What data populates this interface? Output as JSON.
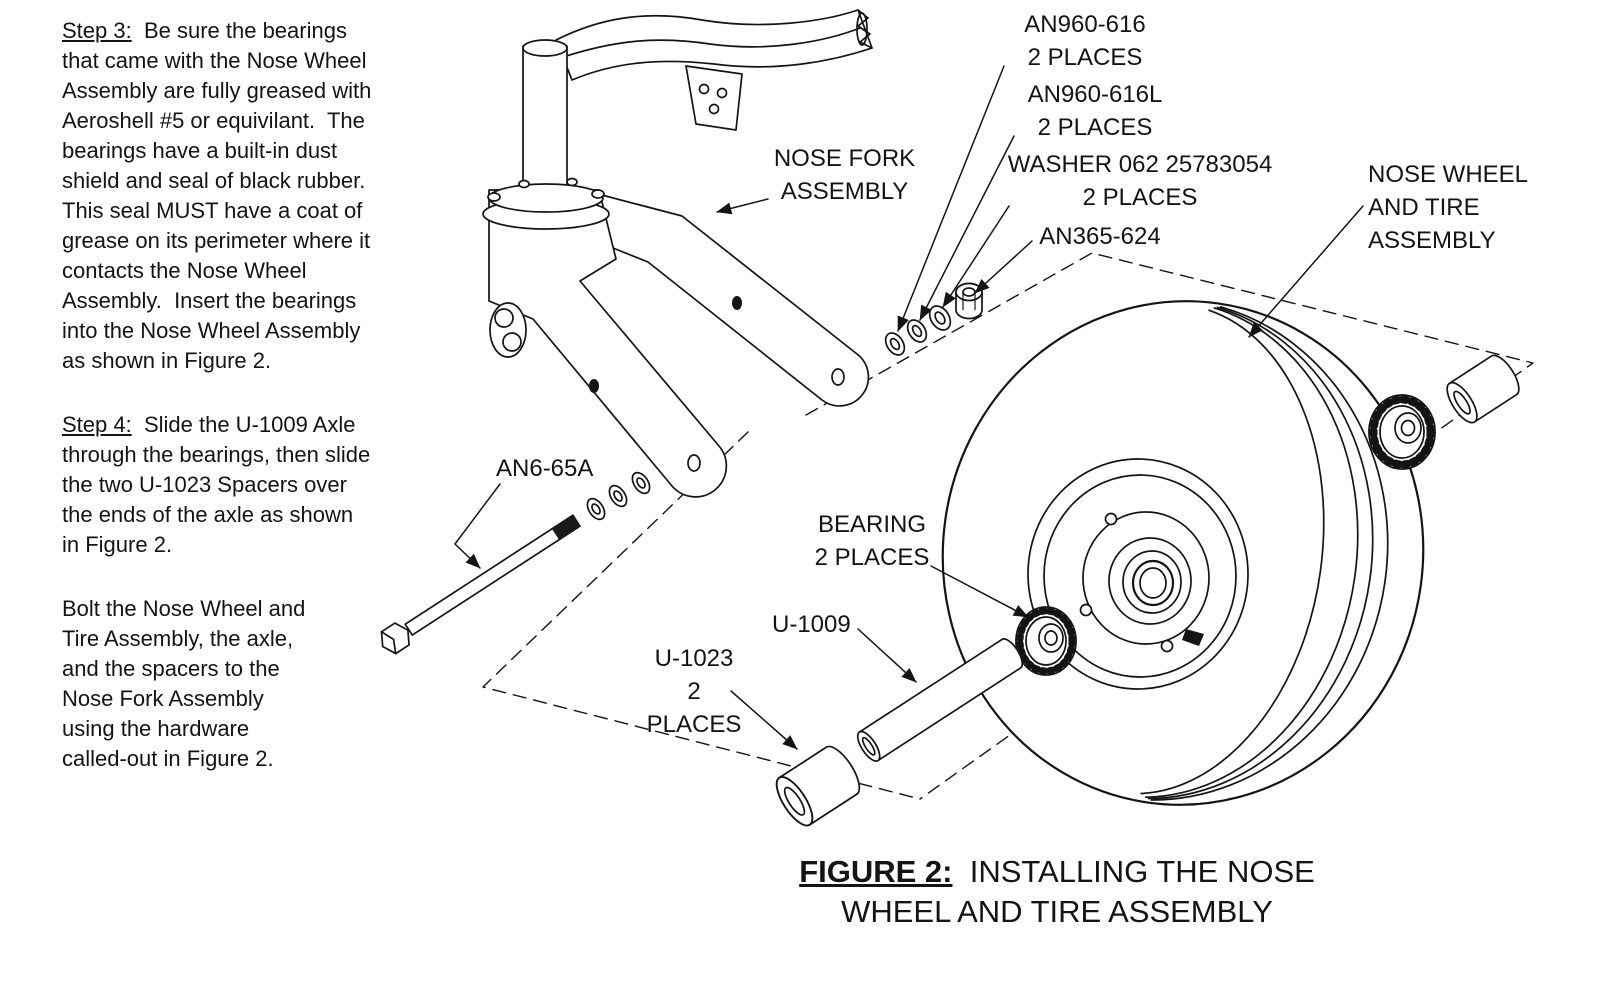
{
  "page": {
    "background": "#ffffff",
    "line_color": "#141414"
  },
  "instructions": {
    "step3_label": "Step 3:",
    "step3_text": "  Be sure the bearings\nthat came with the Nose Wheel\nAssembly are fully greased with\nAeroshell #5 or equivilant.  The\nbearings have a built-in dust\nshield and seal of black rubber.\nThis seal MUST have a coat of\ngrease on its perimeter where it\ncontacts the Nose Wheel\nAssembly.  Insert the bearings\ninto the Nose Wheel Assembly\nas shown in Figure 2.",
    "step4_label": "Step 4:",
    "step4_text": "  Slide the U-1009 Axle\nthrough the bearings, then slide\nthe two U-1023 Spacers over\nthe ends of the axle as shown\nin Figure 2.",
    "closing_text": "Bolt the Nose Wheel and\nTire Assembly, the axle,\nand the spacers to the\nNose Fork Assembly\nusing the hardware\ncalled-out in Figure 2."
  },
  "callouts": {
    "an960_616": "AN960-616\n2 PLACES",
    "an960_616l": "AN960-616L\n2 PLACES",
    "washer_062": "WASHER 062 25783054\n2 PLACES",
    "an365_624": "AN365-624",
    "nose_fork_assembly": "NOSE FORK\nASSEMBLY",
    "nose_wheel_assembly": "NOSE WHEEL\nAND TIRE\nASSEMBLY",
    "an6_65a": "AN6-65A",
    "bearing": "BEARING\n2 PLACES",
    "u_1009": "U-1009",
    "u_1023": "U-1023\n2 PLACES"
  },
  "caption": {
    "label": "FIGURE 2:",
    "text": "  INSTALLING THE NOSE\nWHEEL AND TIRE ASSEMBLY"
  }
}
